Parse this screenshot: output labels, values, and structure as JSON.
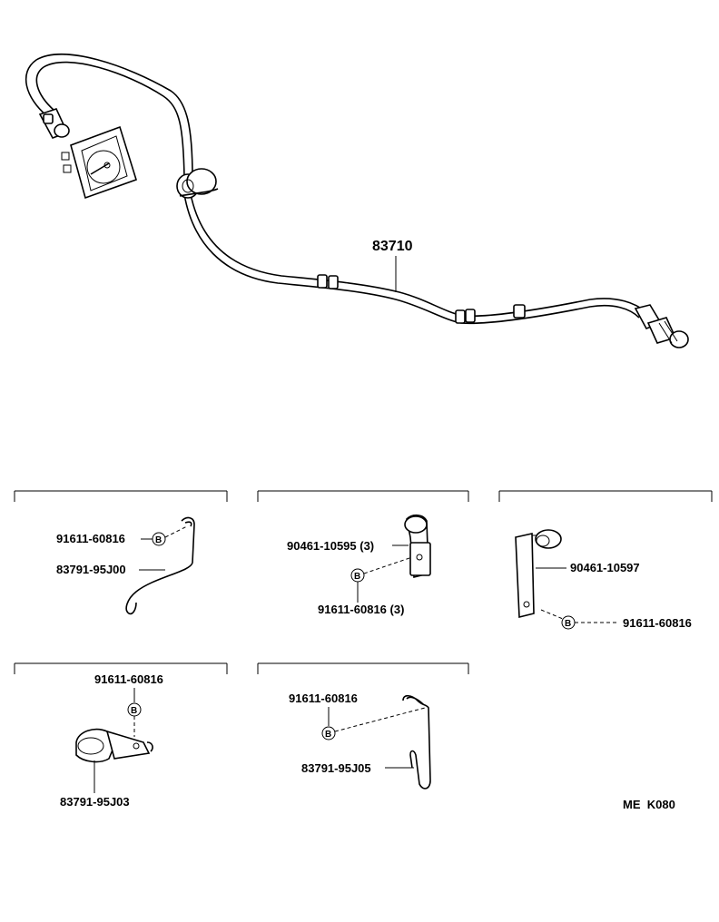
{
  "main_cable": {
    "part_number": "83710"
  },
  "bolt_symbol_letter": "B",
  "boxes": [
    {
      "id": "box1",
      "labels": {
        "bolt": "91611-60816",
        "clip": "83791-95J00"
      }
    },
    {
      "id": "box2",
      "labels": {
        "clamp": "90461-10595 (3)",
        "bolt": "91611-60816 (3)"
      }
    },
    {
      "id": "box3",
      "labels": {
        "clamp": "90461-10597",
        "bolt": "91611-60816"
      }
    },
    {
      "id": "box4",
      "labels": {
        "bolt": "91611-60816",
        "clip": "83791-95J03"
      }
    },
    {
      "id": "box5",
      "labels": {
        "bolt": "91611-60816",
        "clip": "83791-95J05"
      }
    }
  ],
  "figure_code": "ME  K080"
}
